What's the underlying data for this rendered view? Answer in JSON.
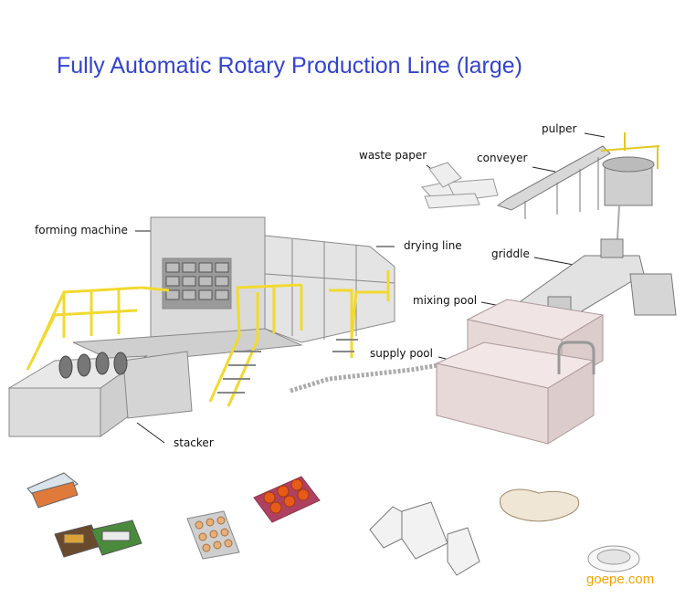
{
  "title": "Fully Automatic Rotary Production Line  (large)",
  "labels": {
    "pulper": "pulper",
    "conveyer": "conveyer",
    "waste_paper": "waste paper",
    "forming_machine": "forming machine",
    "drying_line": "drying line",
    "griddle": "griddle",
    "mixing_pool": "mixing pool",
    "supply_pool": "supply pool",
    "stacker": "stacker"
  },
  "watermark": "goepe.com",
  "colors": {
    "title": "#3344cc",
    "machine": "#dcdcdc",
    "railing": "#f2d930",
    "pool": "#ecdcdc",
    "watermark": "#f0a400"
  }
}
